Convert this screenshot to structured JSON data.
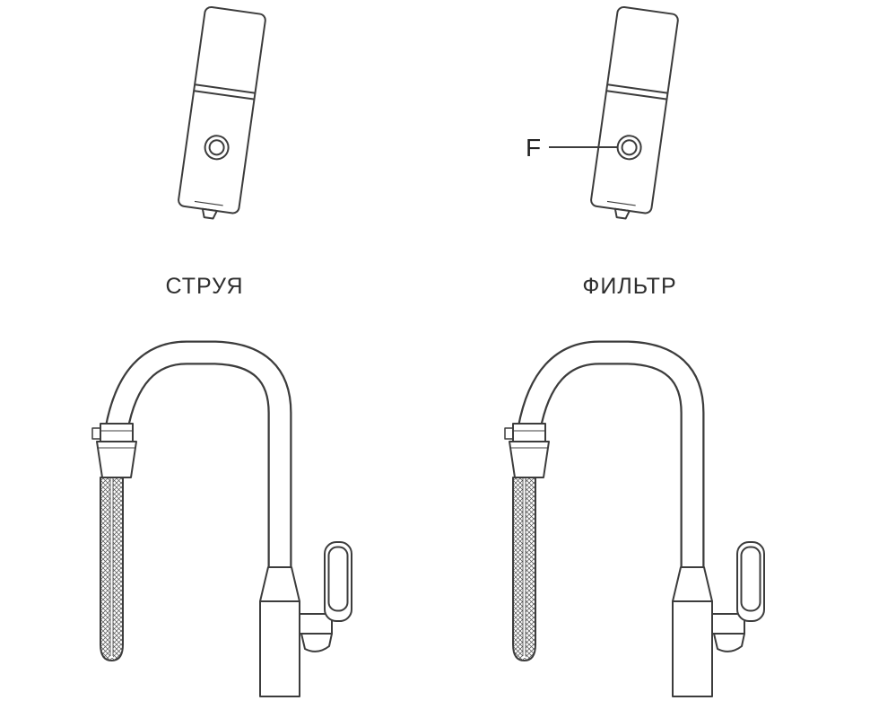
{
  "figure": {
    "background": "#ffffff",
    "line_color": "#3c3c3c",
    "hatch_color": "#4f4f4f",
    "modes": [
      {
        "id": "stream",
        "caption": "СТРУЯ"
      },
      {
        "id": "filter",
        "caption": "ФИЛЬТР",
        "callout_label": "F"
      }
    ]
  }
}
